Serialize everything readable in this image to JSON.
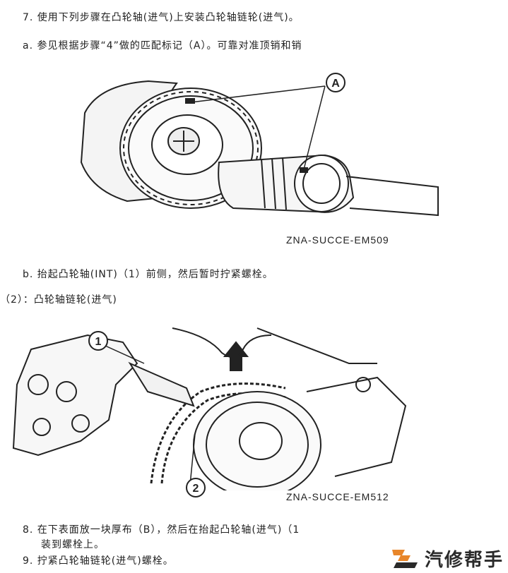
{
  "steps": {
    "step7": "7. 使用下列步骤在凸轮轴(进气)上安装凸轮轴链轮(进气)。",
    "step7a": "a. 参见根据步骤“4”做的匹配标记（A）。可靠对准顶销和销",
    "step7b": "b. 抬起凸轮轴(INT)（1）前侧，然后暂时拧紧螺栓。",
    "legend2": "（2）：凸轮轴链轮(进气)",
    "step8_line1": "8. 在下表面放一块厚布（B），然后在抬起凸轮轴(进气)（1",
    "step8_line2": "装到螺栓上。",
    "step9": "9. 拧紧凸轮轴链轮(进气)螺栓。"
  },
  "figure1": {
    "callout": "A",
    "code": "ZNA-SUCCE-EM509"
  },
  "figure2": {
    "callout1": "1",
    "callout2": "2",
    "code": "ZNA-SUCCE-EM512"
  },
  "watermark": {
    "text": "汽修帮手",
    "logo_icon": "wrench-flag-logo-icon",
    "accent": "#e8862a"
  }
}
